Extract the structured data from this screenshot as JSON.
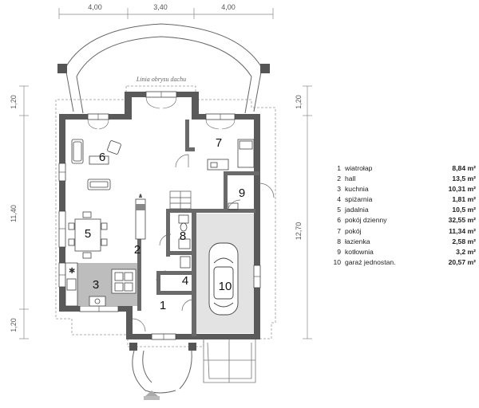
{
  "dimensions": {
    "top": [
      "4,00",
      "3,40",
      "4,00"
    ],
    "left": [
      "1,20",
      "11,40",
      "1,20"
    ],
    "right": [
      "1,20",
      "12,70"
    ]
  },
  "roof_outline_label": "Linia obrysu dachu",
  "rooms": [
    {
      "number": "1",
      "name": "wiatrołap",
      "area": "8,84 m²"
    },
    {
      "number": "2",
      "name": "hall",
      "area": "13,5 m²"
    },
    {
      "number": "3",
      "name": "kuchnia",
      "area": "10,31 m²"
    },
    {
      "number": "4",
      "name": "spiżarnia",
      "area": "1,81 m²"
    },
    {
      "number": "5",
      "name": "jadalnia",
      "area": "10,5 m²"
    },
    {
      "number": "6",
      "name": "pokój dzienny",
      "area": "32,55 m²"
    },
    {
      "number": "7",
      "name": "pokój",
      "area": "11,34 m²"
    },
    {
      "number": "8",
      "name": "łazienka",
      "area": "2,58 m²"
    },
    {
      "number": "9",
      "name": "kotłownia",
      "area": "3,2 m²"
    },
    {
      "number": "10",
      "name": "garaż jednostan.",
      "area": "20,57 m²"
    }
  ],
  "colors": {
    "wall": "#5a5a5a",
    "kitchen_counter": "#bdbdbd",
    "garage_floor": "#e3e3e3",
    "dim_line": "#888888"
  }
}
